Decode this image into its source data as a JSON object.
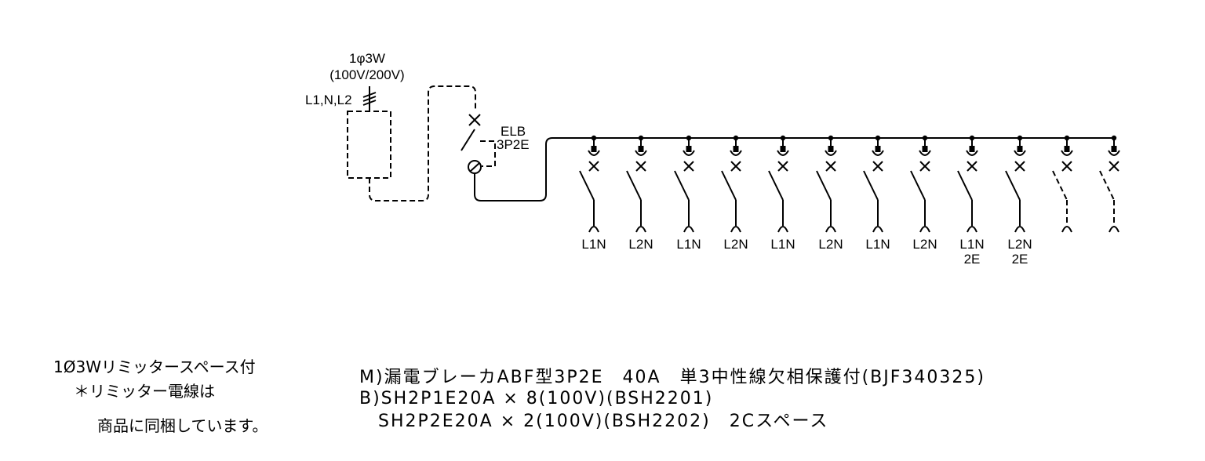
{
  "supply": {
    "phase": "1φ3W",
    "voltage": "(100V/200V)",
    "lines": "L1,N,L2"
  },
  "main_breaker": {
    "name": "ELB",
    "poles": "3P2E"
  },
  "branches": [
    {
      "label1": "L1N",
      "label2": "",
      "spare": false
    },
    {
      "label1": "L2N",
      "label2": "",
      "spare": false
    },
    {
      "label1": "L1N",
      "label2": "",
      "spare": false
    },
    {
      "label1": "L2N",
      "label2": "",
      "spare": false
    },
    {
      "label1": "L1N",
      "label2": "",
      "spare": false
    },
    {
      "label1": "L2N",
      "label2": "",
      "spare": false
    },
    {
      "label1": "L1N",
      "label2": "",
      "spare": false
    },
    {
      "label1": "L2N",
      "label2": "",
      "spare": false
    },
    {
      "label1": "L1N",
      "label2": "2E",
      "spare": false
    },
    {
      "label1": "L2N",
      "label2": "2E",
      "spare": false
    },
    {
      "label1": "",
      "label2": "",
      "spare": true
    },
    {
      "label1": "",
      "label2": "",
      "spare": true
    }
  ],
  "notes": {
    "line1": "1Ø3Wリミッタースペース付",
    "line2": "＊リミッター電線は",
    "line3": "商品に同梱しています。"
  },
  "specs": {
    "line1": "M)漏電ブレーカABF型3P2E　40A　単3中性線欠相保護付(BJF340325)",
    "line2": "B)SH2P1E20A × 8(100V)(BSH2201)",
    "line3": "　SH2P2E20A × 2(100V)(BSH2202)　2Cスペース"
  }
}
